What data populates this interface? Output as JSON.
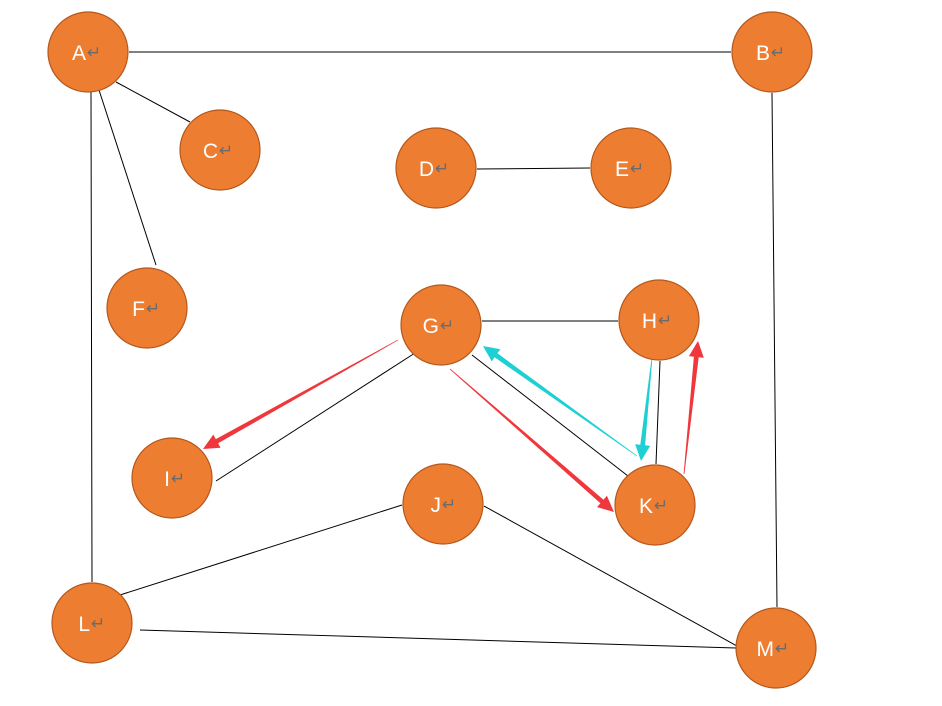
{
  "nodes": [
    {
      "id": "A",
      "label": "A",
      "mark": "↵"
    },
    {
      "id": "B",
      "label": "B",
      "mark": "↵"
    },
    {
      "id": "C",
      "label": "C",
      "mark": "↵"
    },
    {
      "id": "D",
      "label": "D",
      "mark": "↵"
    },
    {
      "id": "E",
      "label": "E",
      "mark": "↵"
    },
    {
      "id": "F",
      "label": "F",
      "mark": "↵"
    },
    {
      "id": "G",
      "label": "G",
      "mark": "↵"
    },
    {
      "id": "H",
      "label": "H",
      "mark": "↵"
    },
    {
      "id": "I",
      "label": "I",
      "mark": "↵"
    },
    {
      "id": "J",
      "label": "J",
      "mark": "↵"
    },
    {
      "id": "K",
      "label": "K",
      "mark": "↵"
    },
    {
      "id": "L",
      "label": "L",
      "mark": "↵"
    },
    {
      "id": "M",
      "label": "M",
      "mark": "↵"
    }
  ],
  "edges": [
    [
      "A",
      "B"
    ],
    [
      "A",
      "C"
    ],
    [
      "A",
      "F"
    ],
    [
      "A",
      "L"
    ],
    [
      "B",
      "M"
    ],
    [
      "D",
      "E"
    ],
    [
      "G",
      "H"
    ],
    [
      "G",
      "I"
    ],
    [
      "G",
      "K"
    ],
    [
      "H",
      "K"
    ],
    [
      "J",
      "L"
    ],
    [
      "J",
      "M"
    ],
    [
      "L",
      "M"
    ]
  ],
  "arrows": [
    {
      "from": "G",
      "to": "I",
      "color": "#F0373C"
    },
    {
      "from": "G",
      "to": "K",
      "color": "#F0373C"
    },
    {
      "from": "K",
      "to": "H",
      "color": "#F0373C"
    },
    {
      "from": "H",
      "to": "K",
      "color": "#1ED0D4"
    },
    {
      "from": "K",
      "to": "G",
      "color": "#1ED0D4"
    }
  ],
  "colors": {
    "node_fill": "#ED7D31",
    "node_stroke": "#B5581D",
    "edge": "#000000"
  }
}
